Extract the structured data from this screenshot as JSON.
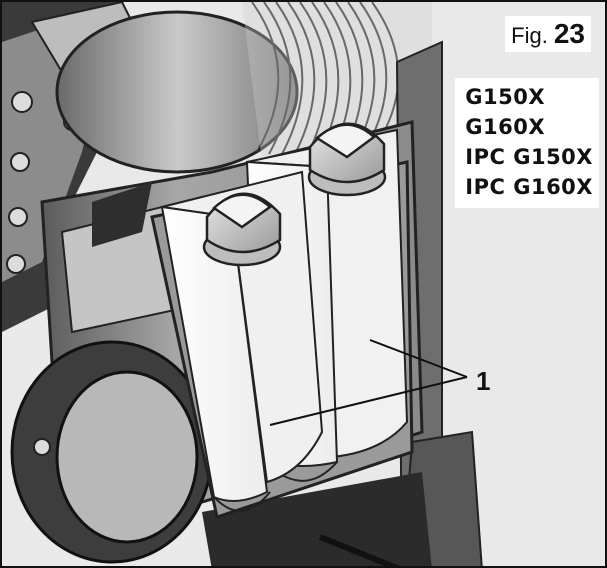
{
  "figure": {
    "prefix": "Fig.",
    "number": "23"
  },
  "models": [
    "G150X",
    "G160X",
    "IPC G150X",
    "IPC G160X"
  ],
  "callout": {
    "label": "1"
  }
}
